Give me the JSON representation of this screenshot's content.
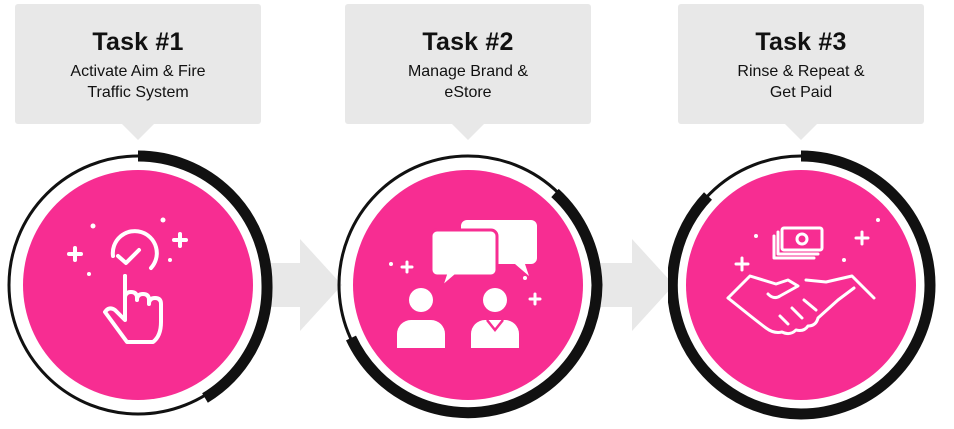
{
  "colors": {
    "accent": "#f72d92",
    "bubble": "#e8e8e8",
    "ring": "#111111",
    "arrow": "#e8e8e8"
  },
  "steps": [
    {
      "title": "Task #1",
      "subtitle_line1": "Activate Aim & Fire",
      "subtitle_line2": "Traffic System",
      "icon": "pointer-click-icon"
    },
    {
      "title": "Task #2",
      "subtitle_line1": "Manage Brand &",
      "subtitle_line2": "eStore",
      "icon": "people-chat-icon"
    },
    {
      "title": "Task #3",
      "subtitle_line1": "Rinse & Repeat &",
      "subtitle_line2": "Get Paid",
      "icon": "handshake-money-icon"
    }
  ]
}
